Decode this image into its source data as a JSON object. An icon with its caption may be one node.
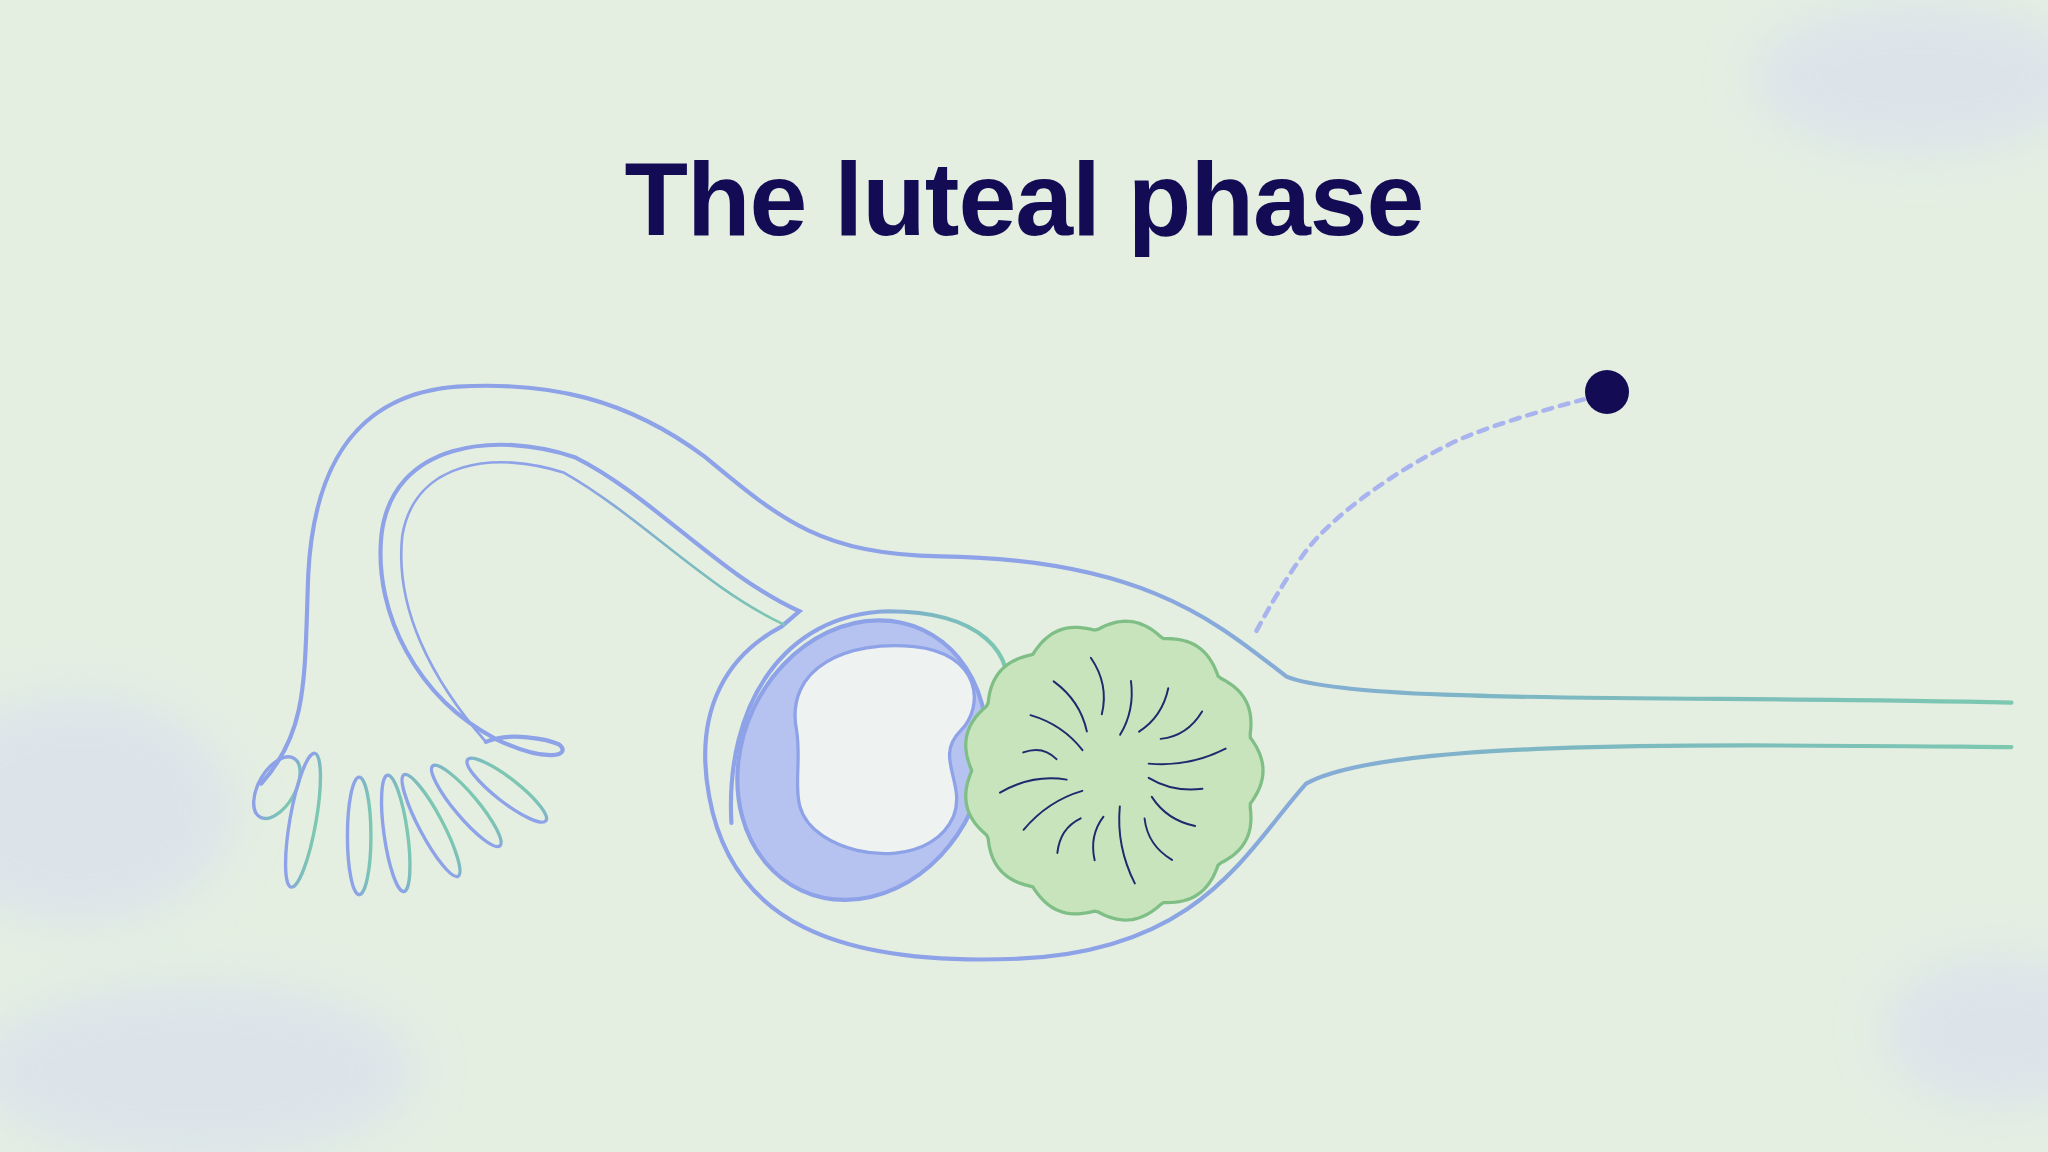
{
  "diagram": {
    "title": "The luteal phase",
    "nodes": [
      {
        "text": [],
        "shape": "circle"
      },
      {
        "text": [],
        "shape": "picture"
      }
    ],
    "edges": [
      {
        "from": 1,
        "to": 0,
        "arrow": "none",
        "style": "dashed"
      }
    ]
  }
}
